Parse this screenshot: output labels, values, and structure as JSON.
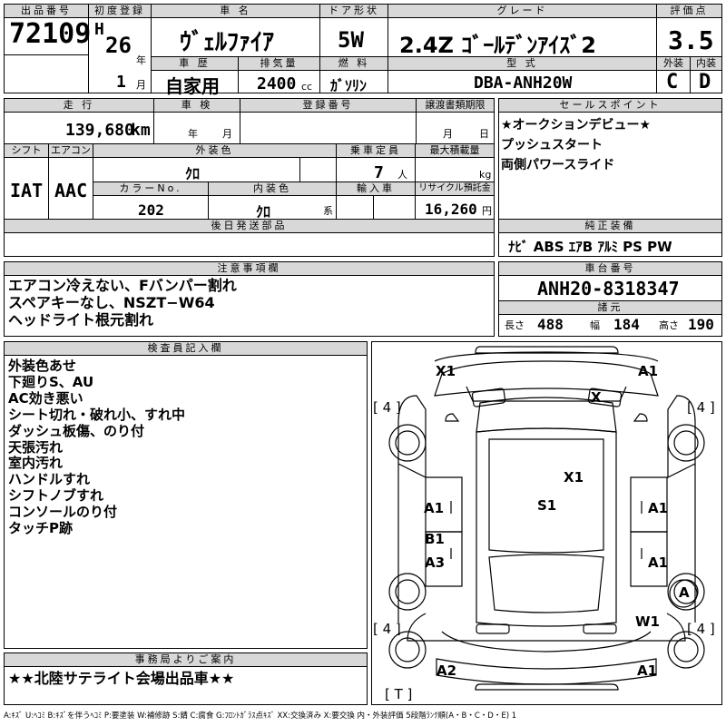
{
  "header": {
    "lot_number_label": "出品番号",
    "lot_number": "72109",
    "first_reg_label": "初度登録",
    "era": "H",
    "year": "26",
    "year_unit": "年",
    "month": "1",
    "month_unit": "月",
    "car_name_label": "車 名",
    "car_name": "ｳﾞｪﾙﾌｧｲｱ",
    "door_label": "ドア形状",
    "door": "5W",
    "grade_label": "グレード",
    "grade": "2.4Z ｺﾞｰﾙﾃﾞﾝｱｲｽﾞ2",
    "score_label": "評価点",
    "score": "3.5",
    "history_label": "車 歴",
    "history": "自家用",
    "displacement_label": "排気量",
    "displacement": "2400",
    "displacement_unit": "cc",
    "fuel_label": "燃 料",
    "fuel": "ｶﾞｿﾘﾝ",
    "model_label": "型 式",
    "model": "DBA-ANH20W",
    "exterior_label": "外装",
    "exterior": "C",
    "interior_label": "内装",
    "interior": "D"
  },
  "row2": {
    "mileage_label": "走 行",
    "mileage": "139,680",
    "mileage_unit": "km",
    "inspection_label": "車 検",
    "inspection_year_unit": "年",
    "inspection_month_unit": "月",
    "reg_no_label": "登録番号",
    "transfer_label": "譲渡書類期限",
    "transfer_month_unit": "月",
    "transfer_day_unit": "日",
    "shift_label": "シフト",
    "shift": "IAT",
    "ac_label": "エアコン",
    "ac": "AAC",
    "ext_color_label": "外装色",
    "ext_color": "ｸﾛ",
    "capacity_label": "乗車定員",
    "capacity": "7",
    "capacity_unit": "人",
    "max_load_label": "最大積載量",
    "max_load_unit": "kg",
    "color_no_label": "カラーNo.",
    "color_no": "202",
    "int_color_label": "内装色",
    "int_color": "ｸﾛ",
    "int_color_unit": "系",
    "import_label": "輸入車",
    "recycle_label": "リサイクル預託金",
    "recycle": "16,260",
    "recycle_unit": "円",
    "later_parts_label": "後日発送部品"
  },
  "sales_points": {
    "label": "セールスポイント",
    "items": [
      "★オークションデビュー★",
      "プッシュスタート",
      "両側パワースライド"
    ]
  },
  "equipment": {
    "label": "純正装備",
    "value": "ﾅﾋﾞ ABS ｴｱB ｱﾙﾐ PS PW"
  },
  "notes": {
    "label": "注意事項欄",
    "lines": [
      "エアコン冷えない、Fバンパー割れ",
      "スペアキーなし、NSZT−W64",
      "ヘッドライト根元割れ"
    ]
  },
  "chassis": {
    "label": "車台番号",
    "value": "ANH20-8318347",
    "specs_label": "諸元",
    "length_label": "長さ",
    "length": "488",
    "width_label": "幅",
    "width": "184",
    "height_label": "高さ",
    "height": "190"
  },
  "inspector": {
    "label": "検査員記入欄",
    "lines": [
      "外装色あせ",
      "下廻りS、AU",
      "AC効き悪い",
      "シート切れ・破れ小、すれ中",
      "ダッシュ板傷、のり付",
      "天張汚れ",
      "室内汚れ",
      "ハンドルすれ",
      "シフトノブすれ",
      "コンソールのり付",
      "タッチP跡"
    ]
  },
  "office": {
    "label": "事務局よりご案内",
    "value": "★★北陸サテライト会場出品車★★"
  },
  "diagram": {
    "marks": {
      "x1_top_left": "X1",
      "a1_top_right": "A1",
      "x_windshield": "X",
      "x1_roof": "X1",
      "s1_seat": "S1",
      "a1_left_front_door": "A1",
      "a1_right_front_door": "A1",
      "b1_left_rear": "B1",
      "a3_left_rear": "A3",
      "a1_right_rear_door": "A1",
      "a_right_circle": "A",
      "w1_rear_glass": "W1",
      "a2_rear_left": "A2",
      "a1_rear_right": "A1"
    },
    "tire_tl": "[ 4 ]",
    "tire_tr": "[ 4 ]",
    "tire_bl": "[ 4 ]",
    "tire_br": "[ 4 ]",
    "spare": "[ T ]"
  },
  "legend": "A:ｷｽﾞ U:ﾍｺﾐ B:ｷｽﾞを伴うﾍｺﾐ P:要塗装 W:補修跡 S:錆 C:腐食 G:ﾌﾛﾝﾄｶﾞﾗｽ点ｷｽﾞ XX:交換済み X:要交換 内・外装評価 5段階ﾗﾝｸ順(A・B・C・D・E) 1"
}
